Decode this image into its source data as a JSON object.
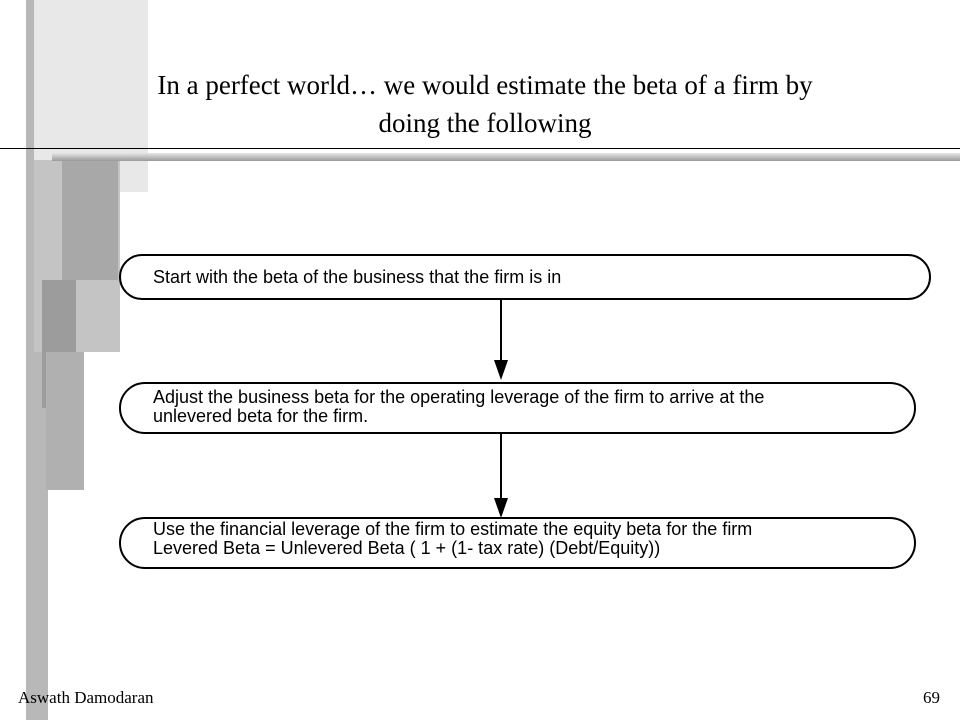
{
  "slide": {
    "title_line1": "In a perfect world… we would estimate the beta of a firm by",
    "title_line2": "doing the following"
  },
  "flowchart": {
    "steps": [
      {
        "line1": "Start with the beta of the business that the firm is in"
      },
      {
        "line1": "Adjust the business beta for the operating leverage of the firm to arrive at the",
        "line2": "unlevered beta for the firm."
      },
      {
        "line1": "Use the financial leverage of the firm to estimate the equity beta for the firm",
        "line2": "Levered Beta = Unlevered Beta ( 1 + (1- tax rate) (Debt/Equity))"
      }
    ]
  },
  "footer": {
    "author": "Aswath Damodaran",
    "page_number": "69"
  }
}
